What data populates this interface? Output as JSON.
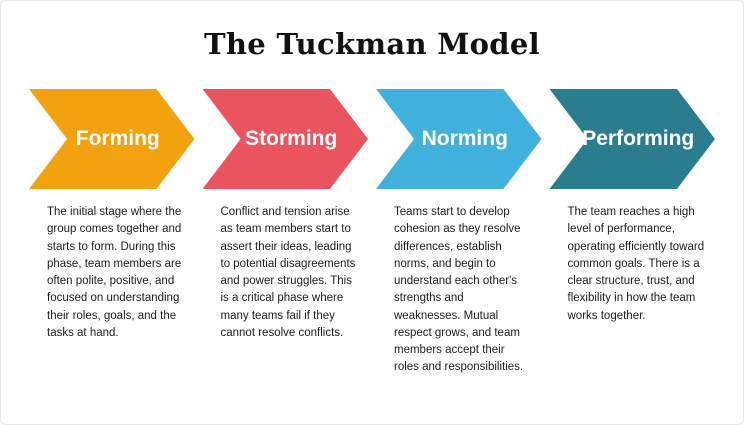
{
  "title": "The Tuckman Model",
  "stages": [
    {
      "name": "Forming",
      "color": "#F2A20F",
      "description": "The initial stage where the group comes together and starts to form. During this phase, team members are often polite, positive, and focused on understanding their roles, goals, and the tasks at hand."
    },
    {
      "name": "Storming",
      "color": "#E9545F",
      "description": "Conflict and tension arise as team members start to assert their ideas, leading to potential disagreements and power struggles. This is a critical phase where many teams fail if they cannot resolve conflicts."
    },
    {
      "name": "Norming",
      "color": "#3FB1DC",
      "description": "Teams start to develop cohesion as they resolve differences, establish norms, and begin to understand each other's strengths and weaknesses. Mutual respect grows, and team members accept their roles and responsibilities."
    },
    {
      "name": "Performing",
      "color": "#2A7D8E",
      "description": "The team reaches a high level of performance, operating efficiently toward common goals. There is a clear structure, trust, and flexibility in how the team works together."
    }
  ]
}
